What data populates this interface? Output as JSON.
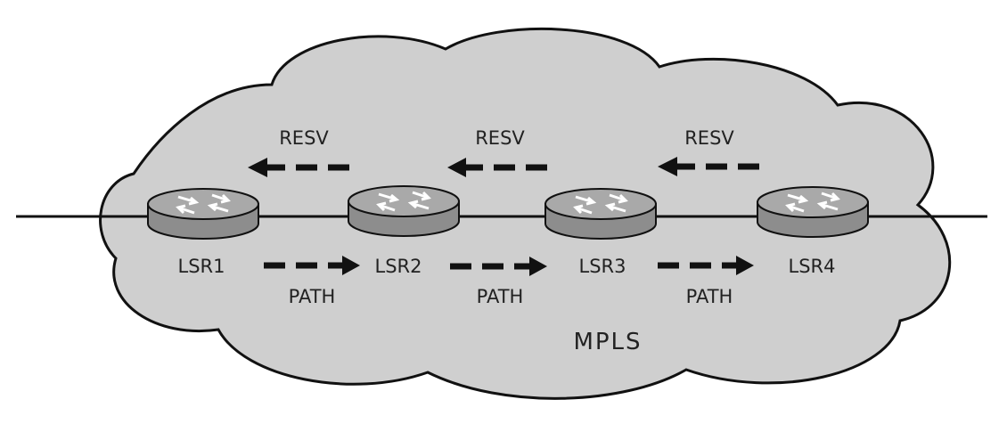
{
  "diagram": {
    "cloud_label": "MPLS",
    "routers": [
      {
        "id": "lsr1",
        "label": "LSR1"
      },
      {
        "id": "lsr2",
        "label": "LSR2"
      },
      {
        "id": "lsr3",
        "label": "LSR3"
      },
      {
        "id": "lsr4",
        "label": "LSR4"
      }
    ],
    "resv_label": "RESV",
    "path_label": "PATH",
    "colors": {
      "cloud_fill": "#cfcfcf",
      "router_top": "#a9a9a9",
      "router_side": "#8d8d8d",
      "line": "#111111"
    }
  }
}
